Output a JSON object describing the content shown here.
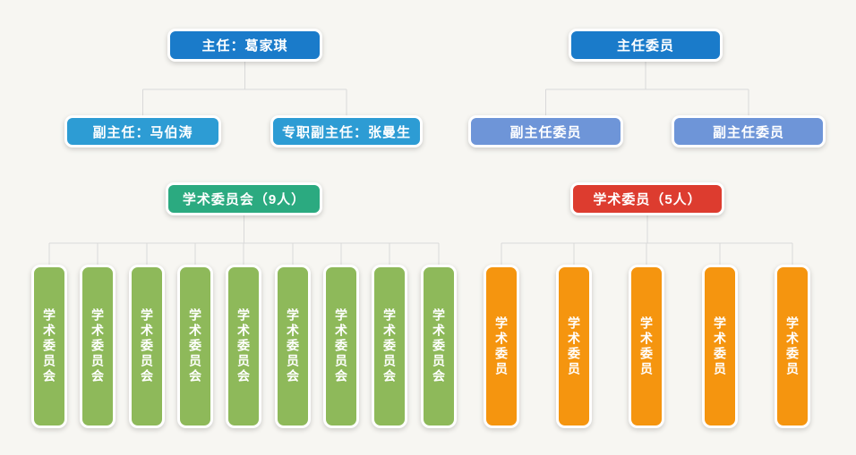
{
  "left_chart": {
    "root": "主任：葛家琪",
    "deputies": [
      "副主任：马伯涛",
      "专职副主任：张曼生"
    ],
    "committee": "学术委员会（9人）",
    "members": [
      "学术委员会",
      "学术委员会",
      "学术委员会",
      "学术委员会",
      "学术委员会",
      "学术委员会",
      "学术委员会",
      "学术委员会",
      "学术委员会"
    ]
  },
  "right_chart": {
    "root": "主任委员",
    "deputies": [
      "副主任委员",
      "副主任委员"
    ],
    "committee": "学术委员（5人）",
    "members": [
      "学术委员",
      "学术委员",
      "学术委员",
      "学术委员",
      "学术委员"
    ]
  },
  "colors": {
    "background": "#f7f6f2",
    "root_blue": "#1a7bca",
    "deputy_light_blue": "#2d9cd4",
    "deputy_periwinkle": "#6e95d8",
    "committee_green": "#2baa80",
    "member_green": "#8eb95a",
    "committee_red": "#dd3c2f",
    "member_orange": "#f5950f",
    "connector_line": "#d9d9d9"
  }
}
